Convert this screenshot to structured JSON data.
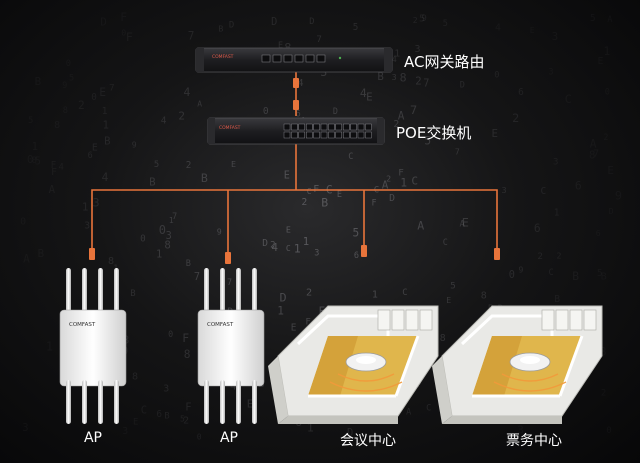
{
  "router": {
    "label": "AC网关路由",
    "brand": "COMFAST"
  },
  "switch": {
    "label": "POE交换机",
    "brand": "COMFAST"
  },
  "endpoints": [
    {
      "label": "AP",
      "brand": "COMFAST"
    },
    {
      "label": "AP",
      "brand": "COMFAST"
    },
    {
      "label": "会议中心"
    },
    {
      "label": "票务中心"
    }
  ],
  "colors": {
    "cable": "#e8743b",
    "background": "#101011",
    "device": "#2b2b2e",
    "accent": "#c0392b"
  }
}
